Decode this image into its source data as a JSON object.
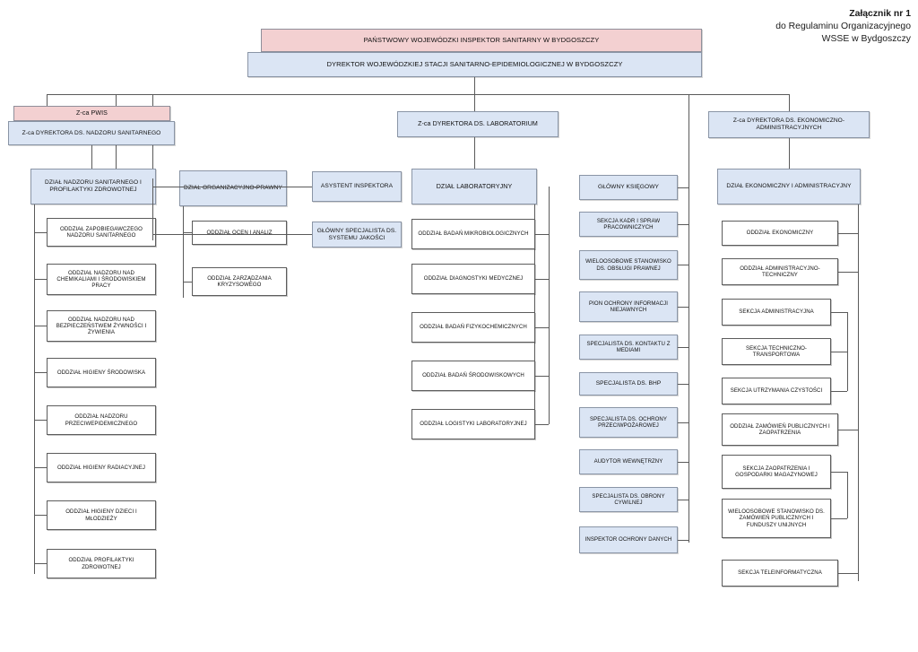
{
  "document": {
    "header_line1": "Załącznik nr 1",
    "header_line2": "do Regulaminu Organizacyjnego",
    "header_line3": "WSSE w Bydgoszczy"
  },
  "colors": {
    "pink": "#f3d0d1",
    "blue": "#dbe5f4",
    "white": "#ffffff",
    "line": "#5a5a5a",
    "border_dark": "#5c5c5c"
  },
  "chart_data": {
    "type": "diagram",
    "title": "Struktura organizacyjna WSSE w Bydgoszczy",
    "top": {
      "inspector": "PAŃSTWOWY WOJEWÓDZKI INSPEKTOR SANITARNY W BYDGOSZCZY",
      "director": "DYREKTOR WOJEWÓDZKIEJ STACJI SANITARNO-EPIDEMIOLOGICZNEJ W BYDGOSZCZY"
    },
    "deputies": {
      "pwis_tag": "Z-ca PWIS",
      "pwis_role": "Z-ca DYREKTORA DS. NADZORU SANITARNEGO",
      "lab": "Z-ca DYREKTORA DS. LABORATORIUM",
      "econ": "Z-ca DYREKTORA DS. EKONOMICZNO-ADMINISTRACYJNYCH"
    },
    "col_sanitary": {
      "head": "DZIAŁ NADZORU SANITARNEGO I PROFILAKTYKI ZDROWOTNEJ",
      "items": [
        "ODDZIAŁ ZAPOBIEGAWCZEGO NADZORU SANITARNEGO",
        "ODDZIAŁ NADZORU NAD CHEMIKALIAMI I ŚRODOWISKIEM PRACY",
        "ODDZIAŁ NADZORU NAD BEZPIECZEŃSTWEM ŻYWNOŚCI I ŻYWIENIA",
        "ODDZIAŁ HIGIENY ŚRODOWISKA",
        "ODDZIAŁ NADZORU PRZECIWEPIDEMICZNEGO",
        "ODDZIAŁ HIGIENY RADIACYJNEJ",
        "ODDZIAŁ HIGIENY DZIECI I MŁODZIEŻY",
        "ODDZIAŁ PROFILAKTYKI ZDROWOTNEJ"
      ]
    },
    "col_legal": {
      "head": "DZIAŁ ORGANIZACYJNO-PRAWNY",
      "items": [
        "ODDZIAŁ OCEN I ANALIZ",
        "ODDZIAŁ ZARZĄDZANIA KRYZYSOWEGO"
      ]
    },
    "col_assistant": {
      "items": [
        "ASYSTENT INSPEKTORA",
        "GŁÓWNY SPECJALISTA DS. SYSTEMU JAKOŚCI"
      ]
    },
    "col_lab": {
      "head": "DZIAŁ LABORATORYJNY",
      "items": [
        "ODDZIAŁ BADAŃ MIKROBIOLOGICZNYCH",
        "ODDZIAŁ DIAGNOSTYKI MEDYCZNEJ",
        "ODDZIAŁ BADAŃ FIZYKOCHEMICZNYCH",
        "ODDZIAŁ BADAŃ ŚRODOWISKOWYCH",
        "ODDZIAŁ LOGISTYKI LABORATORYJNEJ"
      ]
    },
    "col_staff": {
      "items": [
        "GŁÓWNY KSIĘGOWY",
        "SEKCJA KADR I SPRAW PRACOWNICZYCH",
        "WIELOOSOBOWE STANOWISKO DS. OBSŁUGI PRAWNEJ",
        "PION OCHRONY INFORMACJI NIEJAWNYCH",
        "SPECJALISTA DS. KONTAKTU Z MEDIAMI",
        "SPECJALISTA DS. BHP",
        "SPECJALISTA DS. OCHRONY PRZECIWPOŻAROWEJ",
        "AUDYTOR WEWNĘTRZNY",
        "SPECJALISTA DS. OBRONY CYWILNEJ",
        "INSPEKTOR OCHRONY DANYCH"
      ]
    },
    "col_econ": {
      "head": "DZIAŁ EKONOMICZNY I ADMINISTRACYJNY",
      "items": [
        "ODDZIAŁ EKONOMICZNY",
        "ODDZIAŁ ADMINISTRACYJNO-TECHNICZNY",
        "SEKCJA ADMINISTRACYJNA",
        "SEKCJA TECHNICZNO-TRANSPORTOWA",
        "SEKCJA UTRZYMANIA CZYSTOŚCI",
        "ODDZIAŁ ZAMÓWIEŃ PUBLICZNYCH I ZAOPATRZENIA",
        "SEKCJA ZAOPATRZENIA I GOSPODARKI MAGAZYNOWEJ",
        "WIELOOSOBOWE STANOWISKO DS. ZAMÓWIEŃ PUBLICZNYCH I FUNDUSZY UNIJNYCH",
        "SEKCJA TELEINFORMATYCZNA"
      ]
    }
  }
}
